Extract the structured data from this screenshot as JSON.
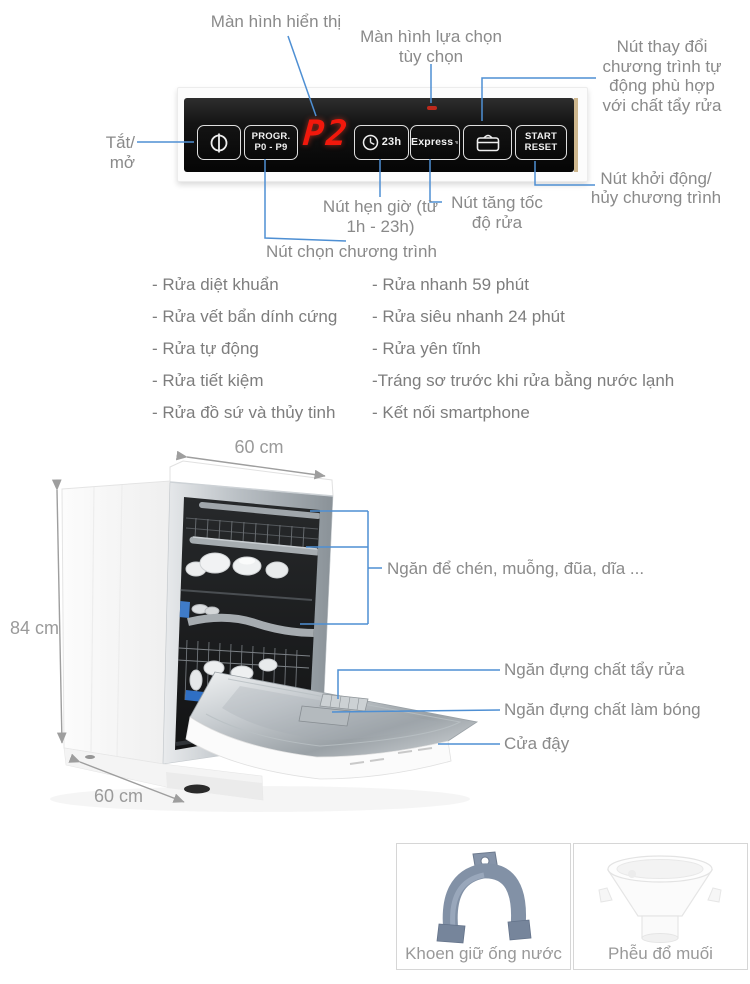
{
  "panel": {
    "labels": {
      "display": "Màn hình hiển thị",
      "option_display": "Màn hình lựa chọn tùy chọn",
      "auto_detergent": "Nút thay đổi chương trình tự động phù hợp với chất tẩy rửa",
      "power": "Tắt/ mở",
      "timer": "Nút hẹn giờ (từ 1h - 23h)",
      "speed": "Nút tăng tốc độ rửa",
      "program_select": "Nút chọn chương trình",
      "start_cancel": "Nút khởi động/ hủy chương trình"
    },
    "buttons": {
      "progr1": "PROGR.",
      "progr2": "P0 - P9",
      "display_value": "P2",
      "timer": "23h",
      "express": "Express",
      "start1": "START",
      "start2": "RESET"
    }
  },
  "features": {
    "left": [
      "- Rửa diệt khuẩn",
      "- Rửa vết bẩn dính cứng",
      "- Rửa tự động",
      "- Rửa tiết kiệm",
      "- Rửa đồ sứ và thủy tinh"
    ],
    "right": [
      "- Rửa nhanh 59 phút",
      "- Rửa siêu nhanh 24 phút",
      "- Rửa yên tĩnh",
      "-Tráng sơ trước khi rửa bằng nước lạnh",
      "- Kết nối smartphone"
    ]
  },
  "dimensions": {
    "width": "60 cm",
    "height": "84 cm",
    "depth": "60 cm"
  },
  "machine": {
    "racks": "Ngăn để chén, muỗng, đũa, dĩa ...",
    "detergent": "Ngăn đựng chất tẩy rửa",
    "rinse_aid": "Ngăn đựng chất làm bóng",
    "door": "Cửa đậy"
  },
  "accessories": [
    {
      "label": "Khoen giữ ống nước"
    },
    {
      "label": "Phễu đổ muối"
    }
  ],
  "colors": {
    "annotation_blue": "#4e8fd3",
    "display_red": "#f2180c",
    "indicator_red": "#c62a1c",
    "text_gray": "#8a8a8a",
    "arrow_gray": "#9e9e9e",
    "machine_accent_blue": "#3f7bc8"
  }
}
